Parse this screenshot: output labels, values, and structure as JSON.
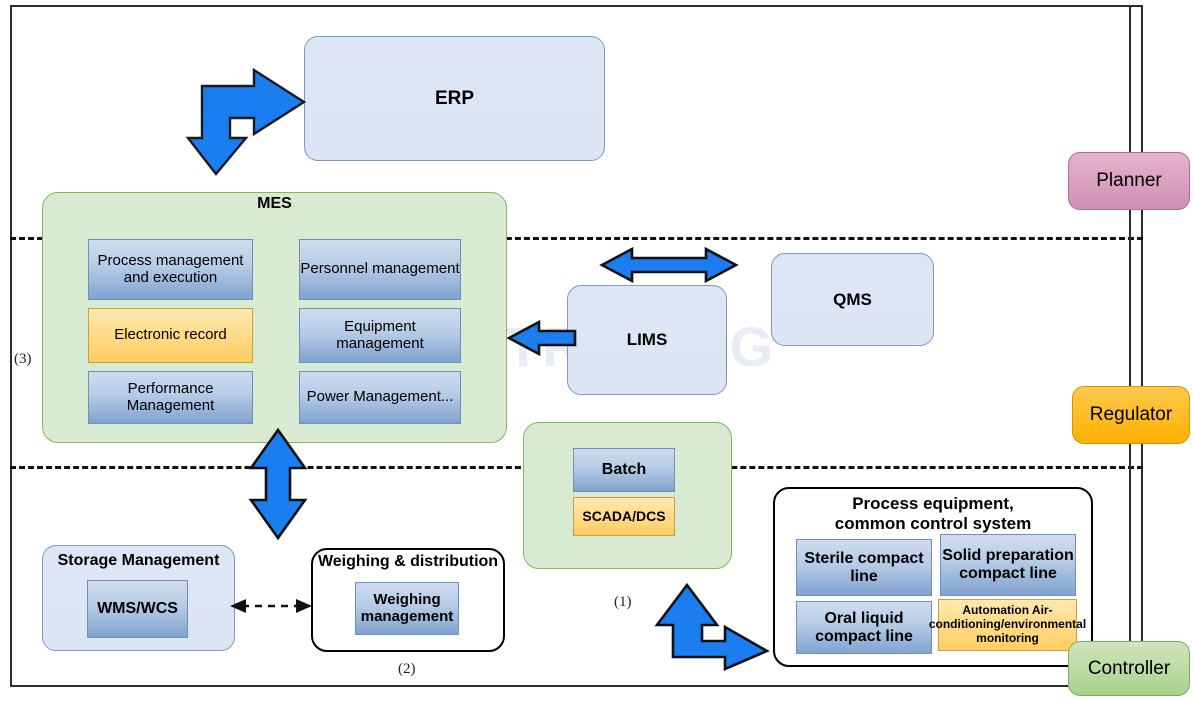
{
  "diagram": {
    "watermark": "TRUKING",
    "layer_tags": [
      {
        "id": "tag1",
        "label": "(1)"
      },
      {
        "id": "tag2",
        "label": "(2)"
      },
      {
        "id": "tag3",
        "label": "(3)"
      }
    ],
    "colors": {
      "mes_fill": "#d9ead3",
      "erp_fill": "#dce6f4",
      "module_blue": "#b6cbe6",
      "module_gold": "#ffd983",
      "planner": "#d08fb4",
      "regulator": "#ffb100",
      "controller": "#a9d28d",
      "arrow": "#1a7df0"
    }
  },
  "erp": {
    "label": "ERP"
  },
  "mes": {
    "title": "MES",
    "modules": [
      {
        "label": "Process management and execution",
        "style": "blue"
      },
      {
        "label": "Personnel management",
        "style": "blue"
      },
      {
        "label": "Electronic record",
        "style": "gold"
      },
      {
        "label": "Equipment management",
        "style": "blue"
      },
      {
        "label": "Performance Management",
        "style": "blue"
      },
      {
        "label": "Power Management...",
        "style": "blue"
      }
    ]
  },
  "lims": {
    "label": "LIMS"
  },
  "qms": {
    "label": "QMS"
  },
  "control": {
    "modules": [
      {
        "label": "Batch",
        "style": "blue"
      },
      {
        "label": "SCADA/DCS",
        "style": "gold"
      }
    ]
  },
  "process_equipment": {
    "title": "Process equipment, common control system",
    "title_line1": "Process equipment,",
    "title_line2": "common control system",
    "modules": [
      {
        "label": "Sterile compact line",
        "style": "blue"
      },
      {
        "label": "Solid preparation compact line",
        "style": "blue"
      },
      {
        "label": "Oral liquid compact line",
        "style": "blue"
      },
      {
        "label": "Automation Air-conditioning/environmental monitoring",
        "style": "gold"
      }
    ]
  },
  "storage": {
    "title": "Storage Management",
    "module": "WMS/WCS"
  },
  "weighing": {
    "title": "Weighing & distribution",
    "module": "Weighing management"
  },
  "roles": [
    {
      "label": "Planner"
    },
    {
      "label": "Regulator"
    },
    {
      "label": "Controller"
    }
  ]
}
